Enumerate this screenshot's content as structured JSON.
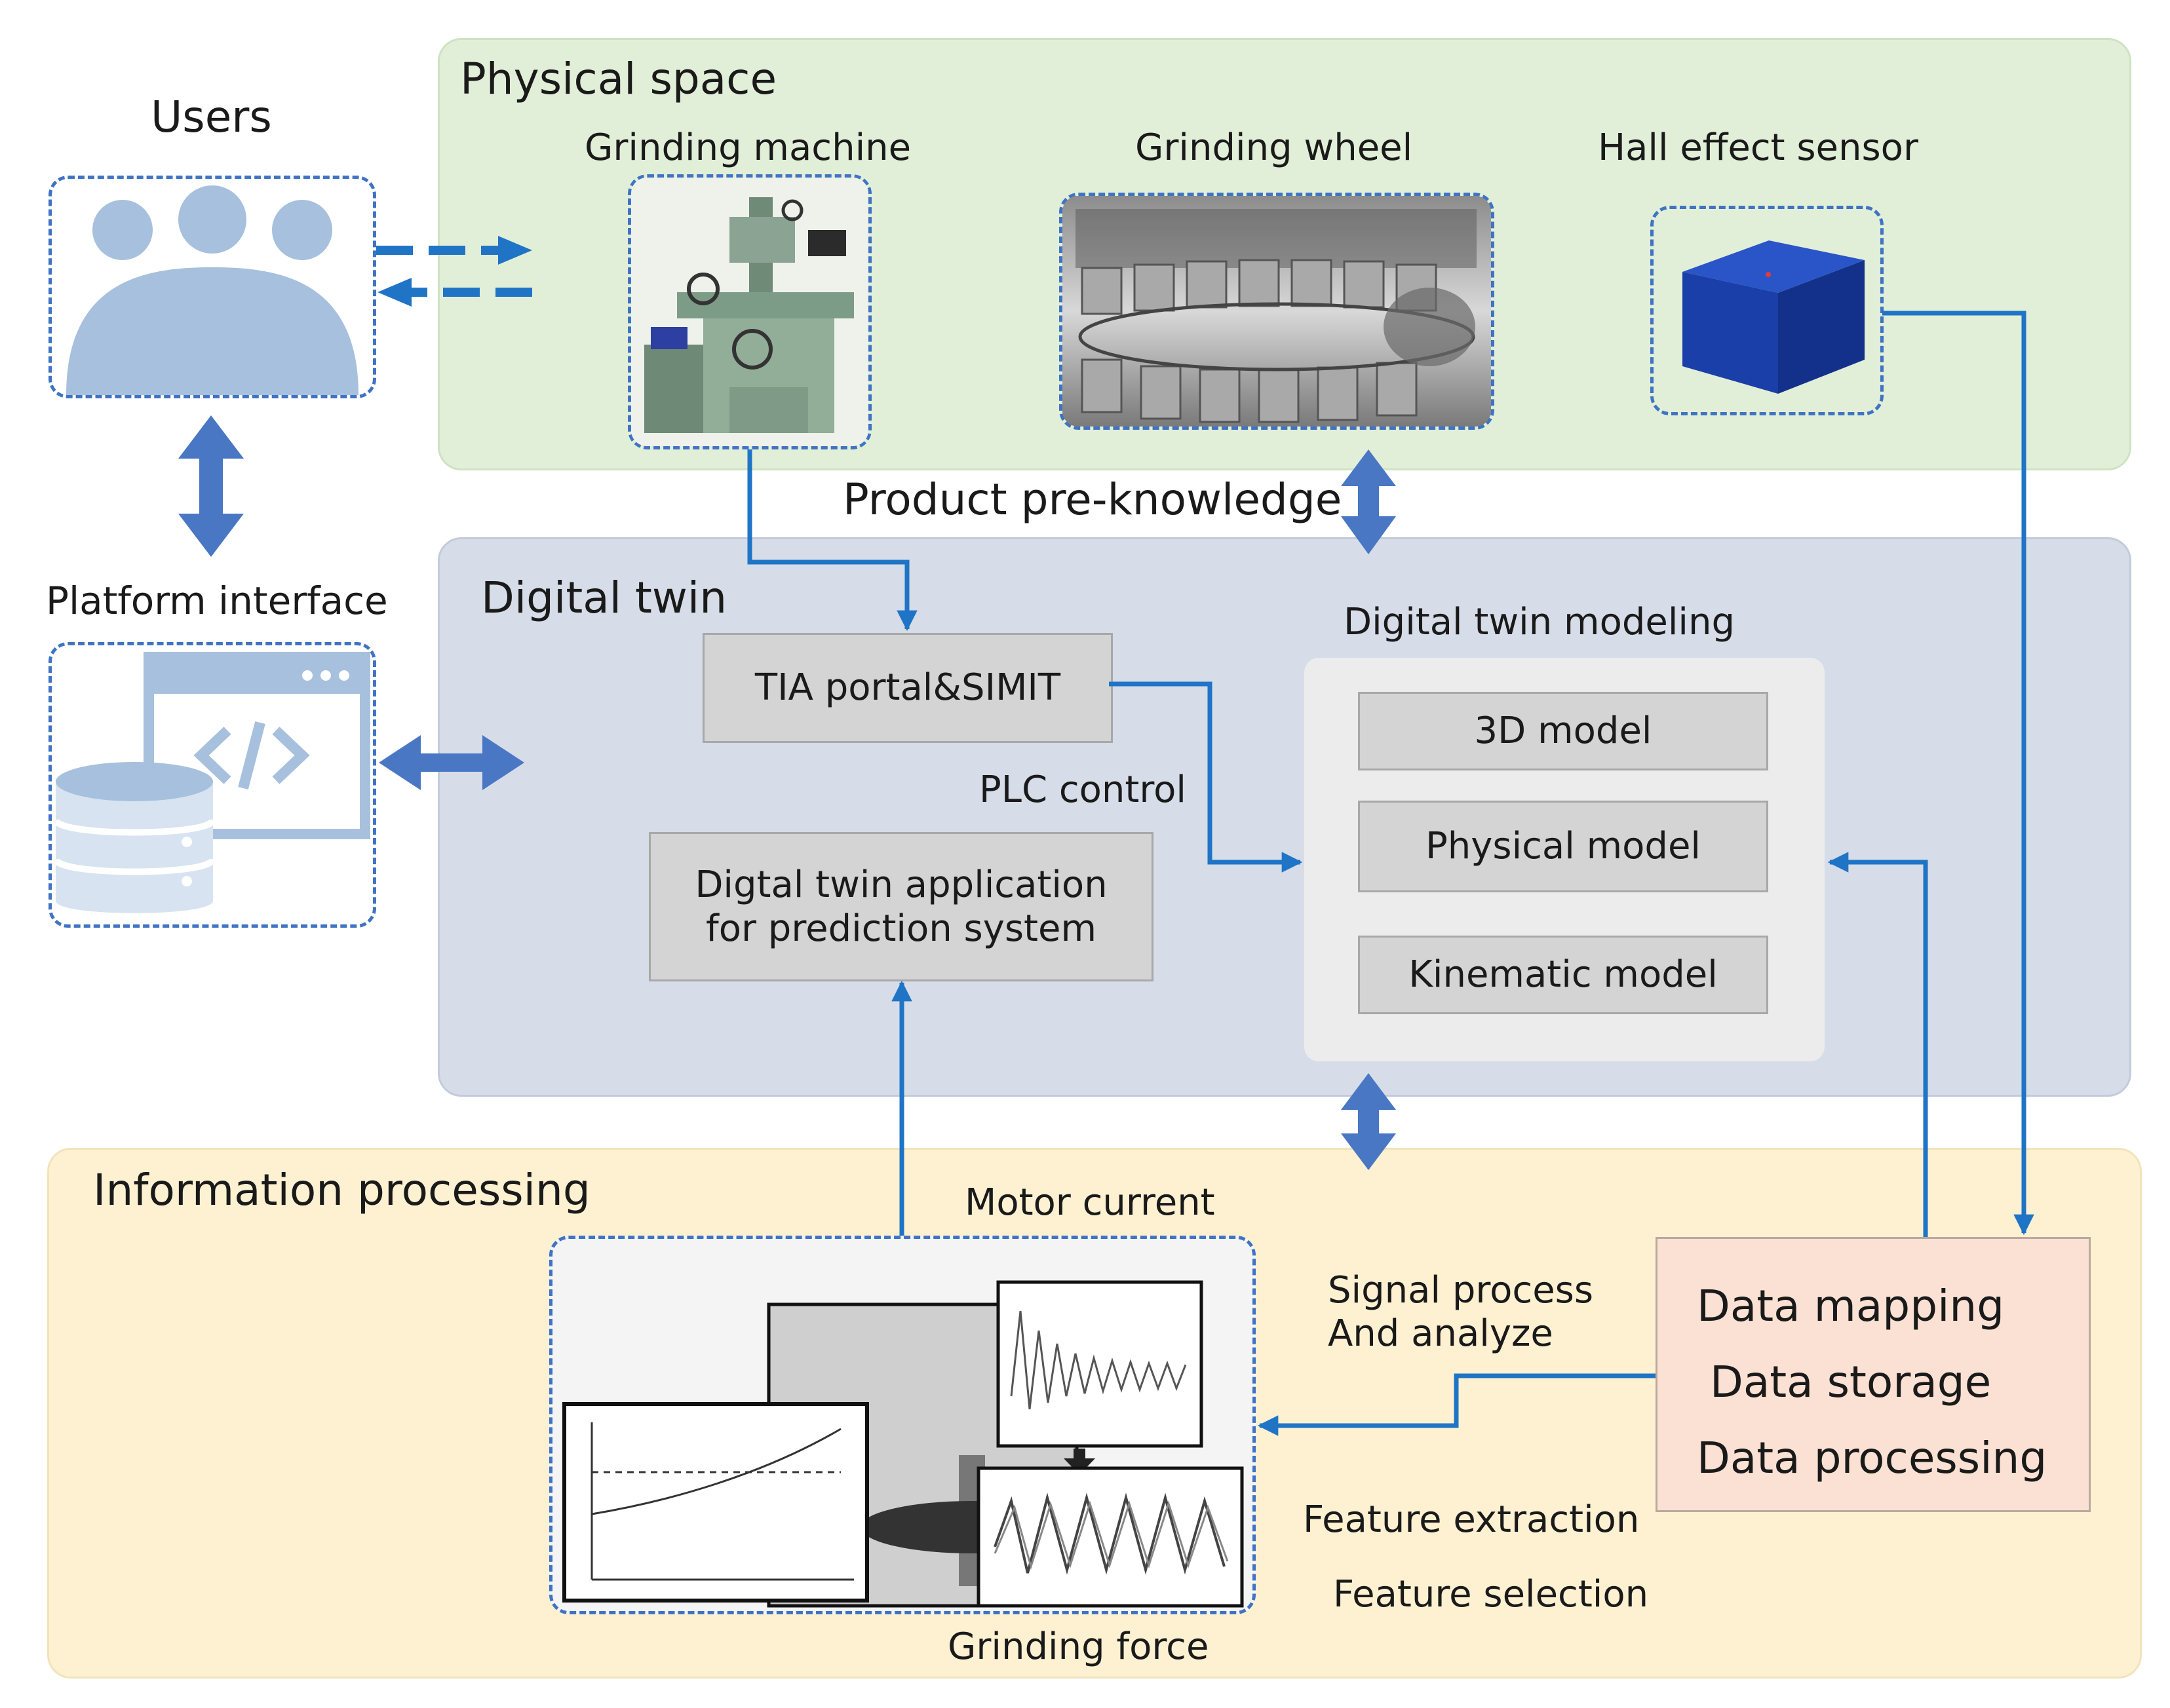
{
  "users": {
    "title": "Users"
  },
  "platform": {
    "title": "Platform interface"
  },
  "physical": {
    "title": "Physical space",
    "machine_label": "Grinding machine",
    "wheel_label": "Grinding wheel",
    "sensor_label": "Hall effect sensor"
  },
  "pre_knowledge": "Product pre-knowledge",
  "digital": {
    "title": "Digital twin",
    "tia": "TIA portal&SIMIT",
    "plc": "PLC control",
    "app_line1": "Digtal twin application",
    "app_line2": "for prediction system",
    "modeling_title": "Digital twin modeling",
    "models": [
      "3D model",
      "Physical model",
      "Kinematic model"
    ]
  },
  "info": {
    "title": "Information processing",
    "motor": "Motor current",
    "force": "Grinding force",
    "signal_line1": "Signal process",
    "signal_line2": "And analyze",
    "extraction": "Feature extraction",
    "selection": "Feature selection",
    "data_items": [
      "Data mapping",
      "Data storage",
      "Data processing"
    ]
  },
  "colors": {
    "physical_bg": "#e2efd8",
    "digital_bg": "#d6dce8",
    "info_bg": "#fdf1d2",
    "modeling_bg": "#ececec",
    "data_box_bg": "#fbe1d3",
    "arrow_blue": "#1f74c6",
    "double_arrow": "#4a77c4",
    "icon_blue": "#a7c0dd"
  }
}
